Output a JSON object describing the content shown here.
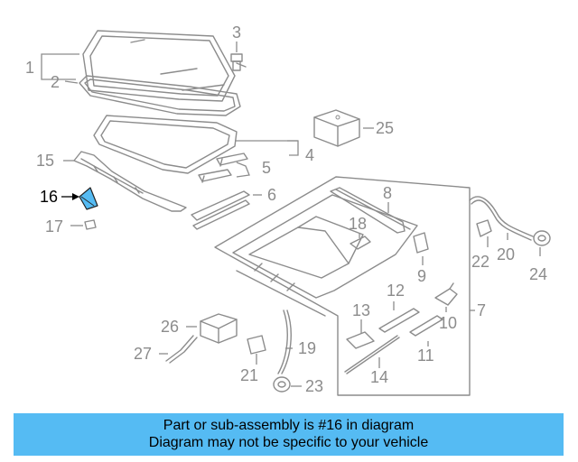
{
  "callouts": [
    {
      "id": "c1",
      "label": "1"
    },
    {
      "id": "c2",
      "label": "2"
    },
    {
      "id": "c3",
      "label": "3"
    },
    {
      "id": "c4",
      "label": "4"
    },
    {
      "id": "c5",
      "label": "5"
    },
    {
      "id": "c6",
      "label": "6"
    },
    {
      "id": "c7",
      "label": "7"
    },
    {
      "id": "c8",
      "label": "8"
    },
    {
      "id": "c9",
      "label": "9"
    },
    {
      "id": "c10",
      "label": "10"
    },
    {
      "id": "c11",
      "label": "11"
    },
    {
      "id": "c12",
      "label": "12"
    },
    {
      "id": "c13",
      "label": "13"
    },
    {
      "id": "c14",
      "label": "14"
    },
    {
      "id": "c15",
      "label": "15"
    },
    {
      "id": "c16",
      "label": "16",
      "highlighted": true
    },
    {
      "id": "c17",
      "label": "17"
    },
    {
      "id": "c18",
      "label": "18"
    },
    {
      "id": "c19",
      "label": "19"
    },
    {
      "id": "c20",
      "label": "20"
    },
    {
      "id": "c21",
      "label": "21"
    },
    {
      "id": "c22",
      "label": "22"
    },
    {
      "id": "c23",
      "label": "23"
    },
    {
      "id": "c24",
      "label": "24"
    },
    {
      "id": "c25",
      "label": "25"
    },
    {
      "id": "c26",
      "label": "26"
    },
    {
      "id": "c27",
      "label": "27"
    }
  ],
  "banner": {
    "line1": "Part or sub-assembly is #16 in diagram",
    "line2": "Diagram may not be specific to your vehicle",
    "background_color": "#55bbf3"
  },
  "colors": {
    "line_art": "#8c8c8c",
    "highlight_part": "#55bbf3",
    "highlight_label": "#000000"
  }
}
